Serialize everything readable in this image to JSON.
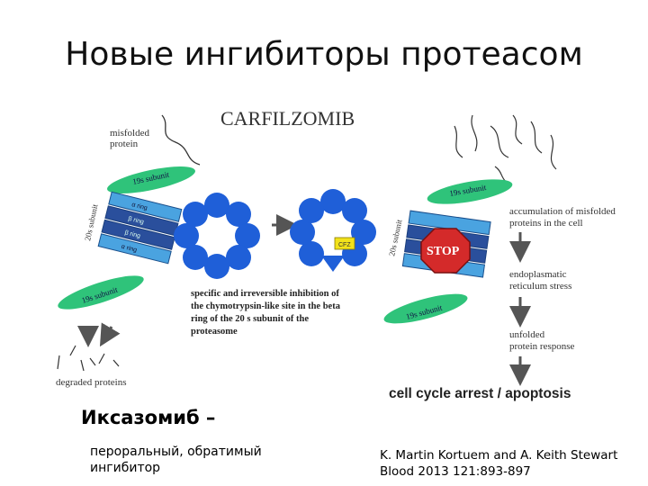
{
  "slide": {
    "title": "Новые ингибиторы протеасом",
    "drug_name": "Иксазомиб –",
    "drug_desc_line1": "пероральный, обратимый",
    "drug_desc_line2": "ингибитор",
    "citation_line1": "K. Martin Kortuem and A. Keith Stewart",
    "citation_line2": "Blood 2013 121:893-897"
  },
  "diagram": {
    "heading": "CARFILZOMIB",
    "misfolded_1": "misfolded",
    "misfolded_2": "protein",
    "subunit_19s": "19s subunit",
    "subunit_20s": "20s subunit",
    "ring_a": "α ring",
    "ring_b": "β ring",
    "degraded": "degraded proteins",
    "cfz": "CFZ",
    "stop": "STOP",
    "inhibition_1": "specific and irreversible inhibition of",
    "inhibition_2": "the chymotrypsin-like site in the beta",
    "inhibition_3": "ring of the 20 s subunit of the",
    "inhibition_4": "proteasome",
    "accum_1": "accumulation of misfolded",
    "accum_2": "proteins in the cell",
    "er_1": "endoplasmatic",
    "er_2": "reticulum stress",
    "upr_1": "unfolded",
    "upr_2": "protein response",
    "final": "cell cycle arrest / apoptosis"
  },
  "colors": {
    "ring": "#1f5fd8",
    "green": "#2fc37a",
    "blue_band": "#4aa3e0",
    "dark_band": "#2a4f9c",
    "stop": "#d42a2a",
    "cfz": "#f2e21a"
  }
}
